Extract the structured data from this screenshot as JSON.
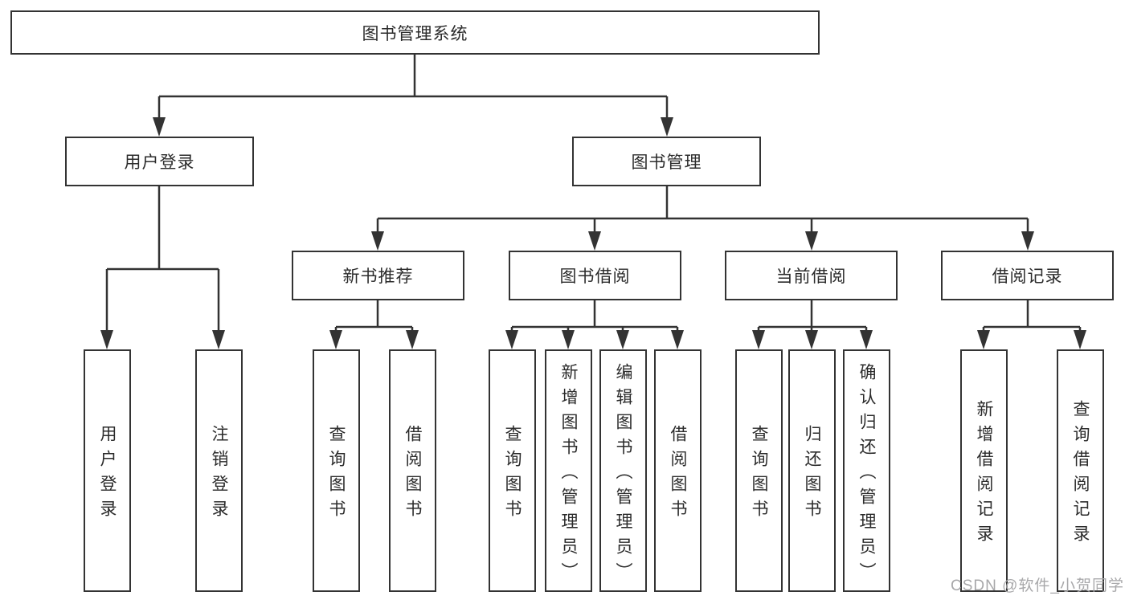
{
  "tree": {
    "label": "图书管理系统",
    "children": [
      {
        "label": "用户登录",
        "children": [
          {
            "label": "用户登录"
          },
          {
            "label": "注销登录"
          }
        ]
      },
      {
        "label": "图书管理",
        "children": [
          {
            "label": "新书推荐",
            "children": [
              {
                "label": "查询图书"
              },
              {
                "label": "借阅图书"
              }
            ]
          },
          {
            "label": "图书借阅",
            "children": [
              {
                "label": "查询图书"
              },
              {
                "label": "新增图书（管理员）"
              },
              {
                "label": "编辑图书（管理员）"
              },
              {
                "label": "借阅图书"
              }
            ]
          },
          {
            "label": "当前借阅",
            "children": [
              {
                "label": "查询图书"
              },
              {
                "label": "归还图书"
              },
              {
                "label": "确认归还（管理员）"
              }
            ]
          },
          {
            "label": "借阅记录",
            "children": [
              {
                "label": "新增借阅记录"
              },
              {
                "label": "查询借阅记录"
              }
            ]
          }
        ]
      }
    ]
  },
  "watermark": {
    "text": "CSDN @软件_小贺同学"
  },
  "colors": {
    "line": "#333333",
    "box_border": "#333333",
    "text": "#2b2b2b",
    "watermark": "#a8a8aa",
    "background": "#ffffff"
  }
}
